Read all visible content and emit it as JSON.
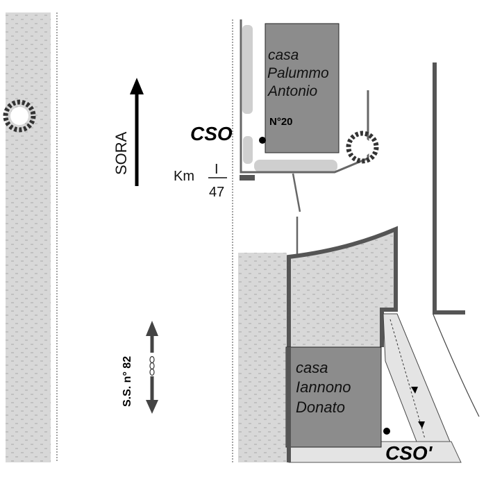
{
  "map": {
    "direction_label": "SORA",
    "road_label": "S.S. n° 82",
    "km_label": "Km",
    "km_numerator": "I",
    "km_denominator": "47",
    "house_top": {
      "line1": "casa",
      "line2": "Palummo",
      "line3": "Antonio",
      "number": "N°20"
    },
    "house_bottom": {
      "line1": "casa",
      "line2": "Iannono",
      "line3": "Donato"
    },
    "cso_label": "CSO",
    "cso_prime_label": "CSO'"
  },
  "colors": {
    "pavement": "#d8d8d8",
    "house_fill": "#8c8c8c",
    "wall": "#555555",
    "channel": "#e4e4e4",
    "hedge": "#cfcfcf",
    "arrow": "#000000",
    "ss_arrow": "#444444"
  },
  "icons": [
    "tree-icon",
    "north-arrow-icon",
    "road-double-arrow-icon",
    "culvert-icon",
    "manhole-dot-icon"
  ]
}
